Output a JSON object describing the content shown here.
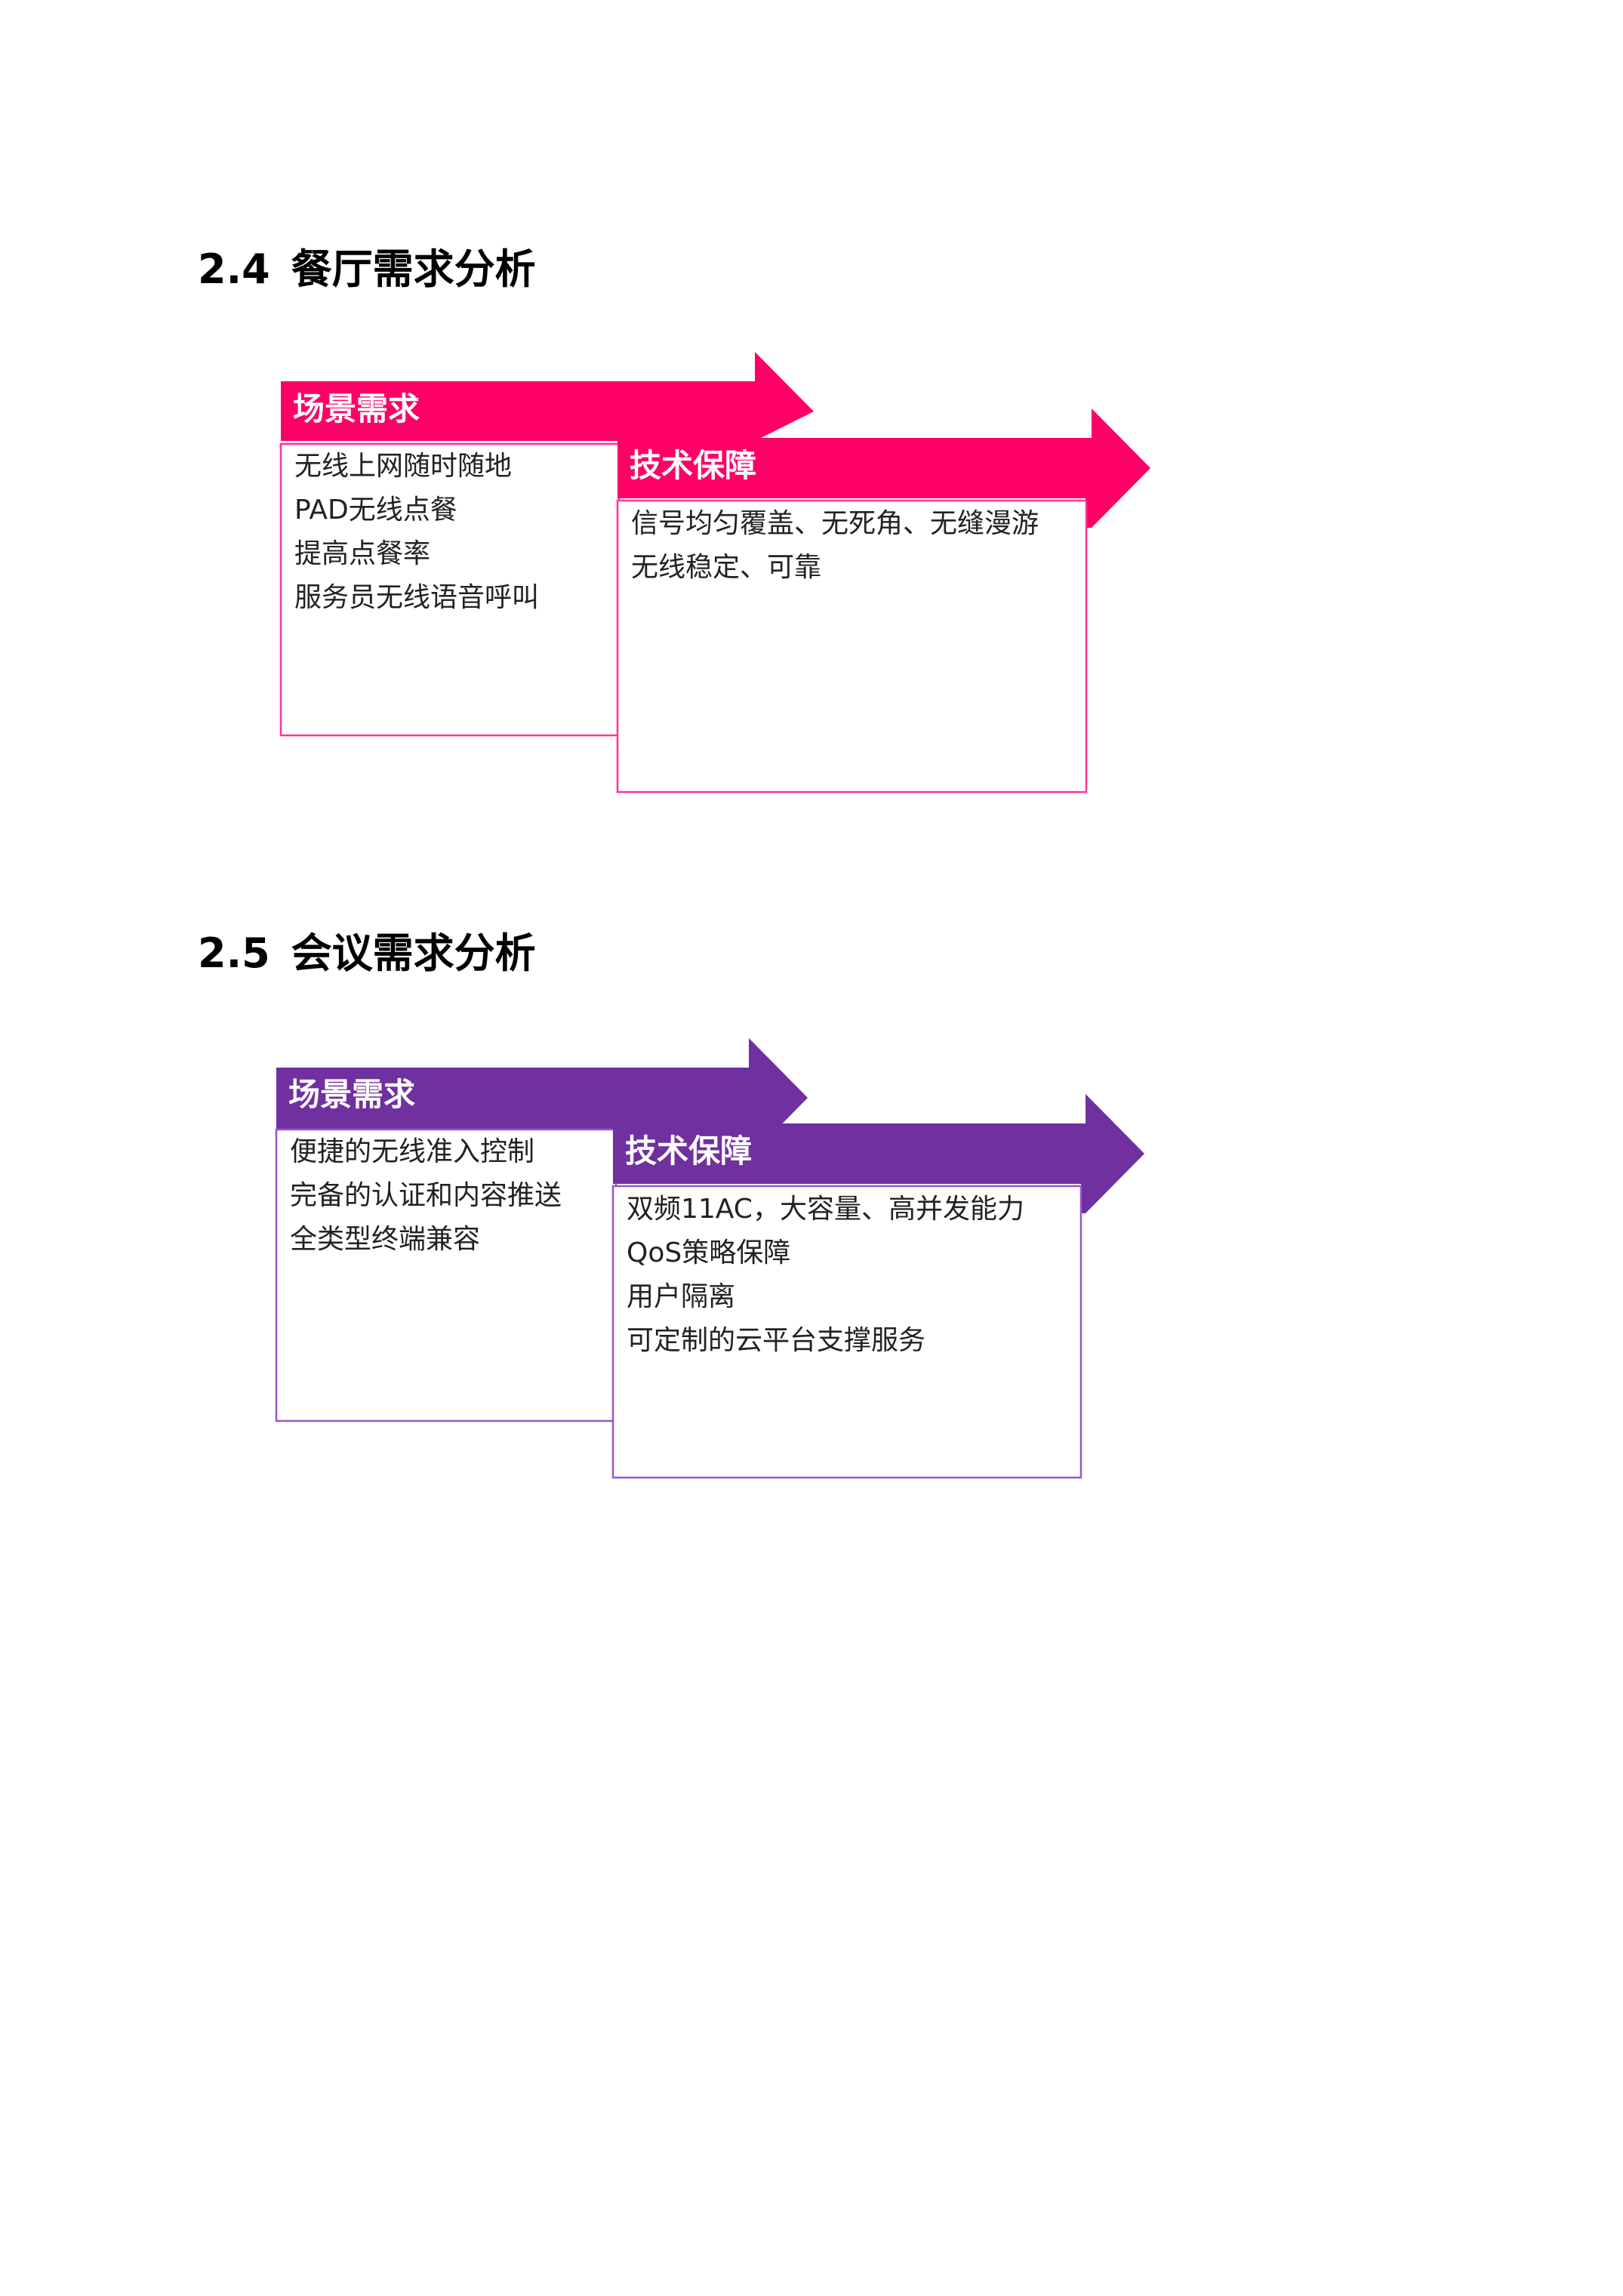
{
  "sections": [
    {
      "number": "2.4",
      "title": "餐厅需求分析",
      "color": "#FF0066",
      "scenario": {
        "label": "场景需求",
        "items": [
          "无线上网随时随地",
          "PAD无线点餐",
          "提高点餐率",
          "服务员无线语音呼叫"
        ]
      },
      "tech": {
        "label": "技术保障",
        "items": [
          "信号均匀覆盖、无死角、无缝漫游",
          "无线稳定、可靠"
        ]
      }
    },
    {
      "number": "2.5",
      "title": "会议需求分析",
      "color": "#7030A0",
      "scenario": {
        "label": "场景需求",
        "items": [
          "便捷的无线准入控制",
          "完备的认证和内容推送",
          "全类型终端兼容"
        ]
      },
      "tech": {
        "label": "技术保障",
        "items": [
          "双频11AC，大容量、高并发能力",
          "QoS策略保障",
          "用户隔离",
          "可定制的云平台支撑服务"
        ]
      }
    }
  ]
}
